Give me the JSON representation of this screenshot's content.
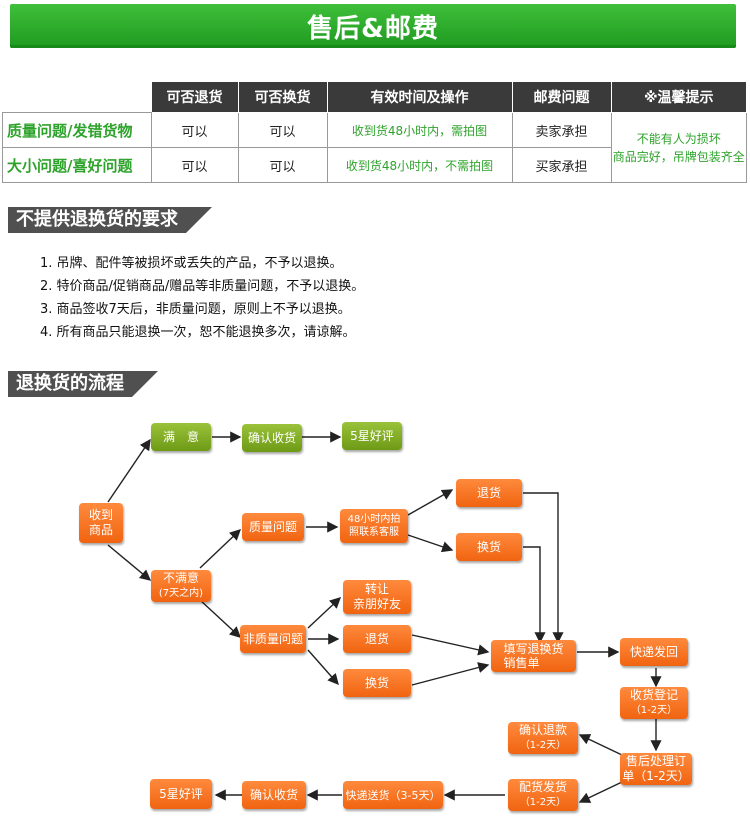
{
  "header": {
    "title": "售后&邮费"
  },
  "policy_table": {
    "columns": [
      "可否退货",
      "可否换货",
      "有效时间及操作",
      "邮费问题",
      "※温馨提示"
    ],
    "rows": [
      {
        "label": "质量问题/发错货物",
        "return": "可以",
        "exchange": "可以",
        "time": "收到货48小时内，需拍图",
        "postage": "卖家承担"
      },
      {
        "label": "大小问题/喜好问题",
        "return": "可以",
        "exchange": "可以",
        "time": "收到货48小时内，不需拍图",
        "postage": "买家承担"
      }
    ],
    "tip_line1": "不能有人为损坏",
    "tip_line2": "商品完好，吊牌包装齐全"
  },
  "section_rules": {
    "title": "不提供退换货的要求"
  },
  "rules": [
    "1. 吊牌、配件等被损坏或丢失的产品，不予以退换。",
    "2. 特价商品/促销商品/赠品等非质量问题，不予以退换。",
    "3. 商品签收7天后，非质量问题，原则上不予以退换。",
    "4. 所有商品只能退换一次，恕不能退换多次，请谅解。"
  ],
  "section_flow": {
    "title": "退换货的流程"
  },
  "flow": {
    "satisfied": "满　意",
    "confirm_receipt_top": "确认收货",
    "five_star_top": "5星好评",
    "received_line1": "收到",
    "received_line2": "商品",
    "unsatisfied": "不满意",
    "unsatisfied_sub": "(7天之内)",
    "quality_issue": "质量问题",
    "contact_48h_line1": "48小时内拍",
    "contact_48h_line2": "照联系客服",
    "return_goods_q": "退货",
    "exchange_goods_q": "换货",
    "transfer_line1": "转让",
    "transfer_line2": "亲朋好友",
    "non_quality_issue": "非质量问题",
    "return_goods_nq": "退货",
    "exchange_goods_nq": "换货",
    "fill_form_line1": "填写退换货",
    "fill_form_line2": "销售单",
    "express_return": "快递发回",
    "register_line1": "收货登记",
    "register_line2": "（1-2天）",
    "process_line1": "售后处理订",
    "process_line2": "单（1-2天）",
    "confirm_refund_line1": "确认退款",
    "confirm_refund_line2": "（1-2天）",
    "ship_line1": "配货发货",
    "ship_line2": "（1-2天）",
    "express_ship": "快递送货（3-5天）",
    "confirm_receipt_bottom": "确认收货",
    "five_star_bottom": "5星好评"
  },
  "colors": {
    "green": "#2ea32b",
    "orange": "#f06410",
    "dark": "#3a3a3a"
  }
}
